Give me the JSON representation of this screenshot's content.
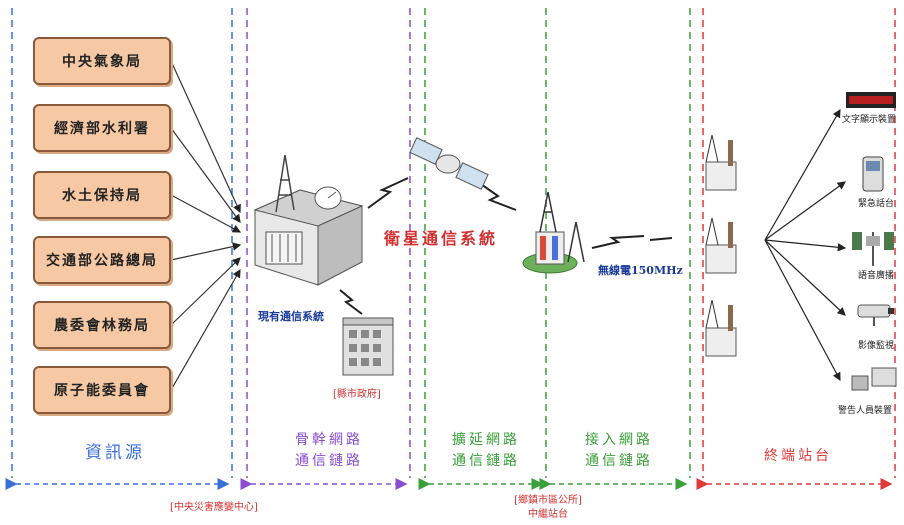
{
  "sources": [
    "中央氣象局",
    "經濟部水利署",
    "水土保持局",
    "交通部公路總局",
    "農委會林務局",
    "原子能委員會"
  ],
  "labels": {
    "existing_system": "現有通信系統",
    "county_gov": "[縣市政府]",
    "satellite_system": "衛星通信系統",
    "radio": "無線電150MHz"
  },
  "zones": {
    "info_source": "資訊源",
    "backbone_1": "骨幹網路",
    "backbone_2": "通信鏈路",
    "extension_1": "擴延網路",
    "extension_2": "通信鏈路",
    "access_1": "接入網路",
    "access_2": "通信鏈路",
    "terminal": "終端站台"
  },
  "footer": {
    "central_center": "[中央災害應變中心]",
    "township_1": "[鄉鎮市區公所]",
    "township_2": "中繼站台"
  },
  "terminals": [
    "文字顯示裝置",
    "緊急話台",
    "語音廣播",
    "影像監視",
    "警告人員裝置"
  ],
  "colors": {
    "blue_line": "#3b6fd8",
    "purple_line": "#8a4fd0",
    "green_line": "#3aa03a",
    "red_line": "#e03a3a",
    "box_fill": "#f6c9a4"
  }
}
